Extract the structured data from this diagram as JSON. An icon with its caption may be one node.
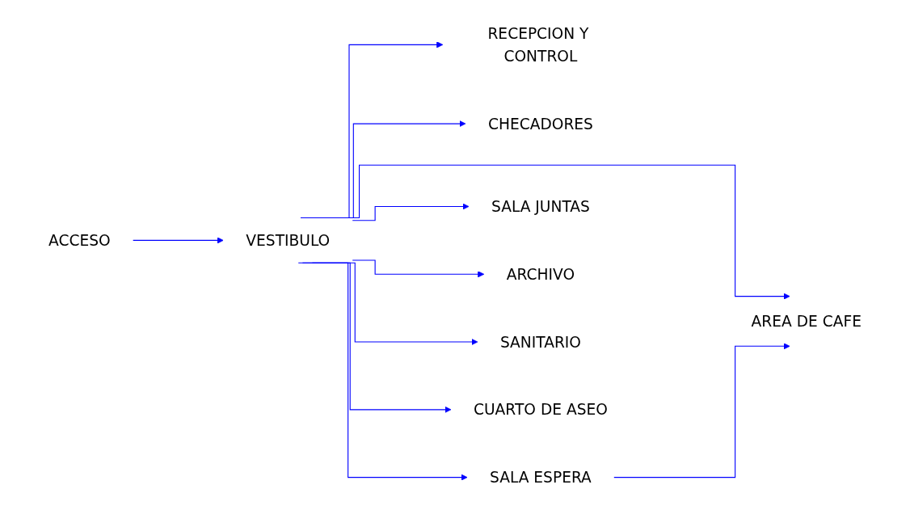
{
  "diagram": {
    "nodes": [
      {
        "text": [
          "ACCESO"
        ]
      },
      {
        "text": [
          "VESTIBULO"
        ]
      },
      {
        "text": [
          "RECEPCION Y CONTROL"
        ]
      },
      {
        "text": [
          "CHECADORES"
        ]
      },
      {
        "text": [
          "SALA ESPERA"
        ]
      },
      {
        "text": [
          "AREA  DE CAFE"
        ]
      },
      {
        "text": [
          "SALA JUNTAS"
        ]
      },
      {
        "text": [
          "ARCHIVO"
        ]
      },
      {
        "text": [
          "SANITARIO"
        ]
      },
      {
        "text": [
          "CUARTO DE ASEO"
        ]
      }
    ],
    "edges": [
      {
        "from": 0,
        "to": 1,
        "arrow": "to"
      },
      {
        "from": 1,
        "to": 2,
        "arrow": "to"
      },
      {
        "from": 1,
        "to": 3,
        "arrow": "to"
      },
      {
        "from": 1,
        "to": 4,
        "arrow": "to"
      },
      {
        "from": 1,
        "to": 5,
        "arrow": "to"
      },
      {
        "from": 1,
        "to": 6,
        "arrow": "to"
      },
      {
        "from": 1,
        "to": 7,
        "arrow": "to"
      },
      {
        "from": 1,
        "to": 8,
        "arrow": "to"
      },
      {
        "from": 1,
        "to": 9,
        "arrow": "to"
      },
      {
        "from": 4,
        "to": 5,
        "arrow": "to"
      }
    ]
  }
}
